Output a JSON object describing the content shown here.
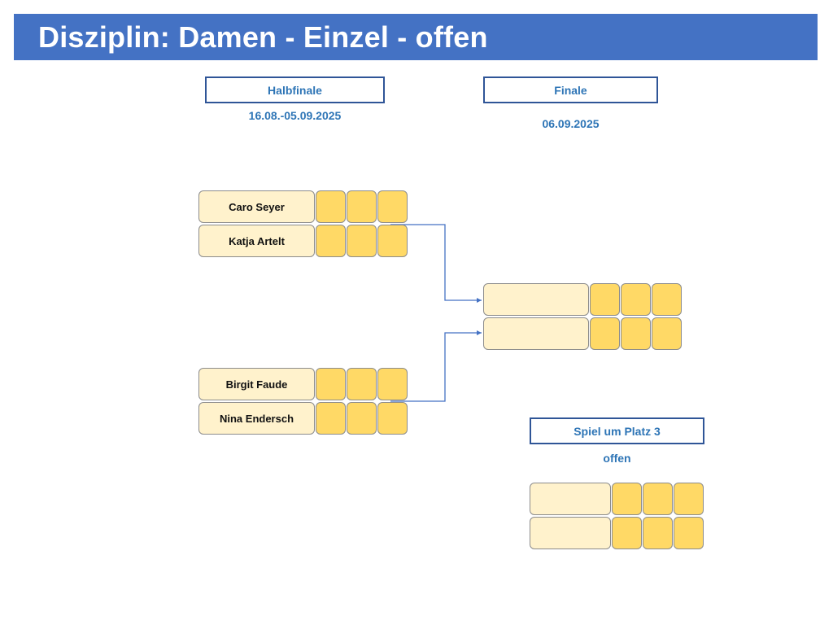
{
  "title": "Disziplin: Damen - Einzel - offen",
  "rounds": {
    "semifinal": {
      "label": "Halbfinale",
      "date": "16.08.-05.09.2025"
    },
    "final": {
      "label": "Finale",
      "date": "06.09.2025"
    },
    "third_place": {
      "label": "Spiel um Platz 3",
      "date": "offen"
    }
  },
  "matches": {
    "semi1": {
      "player1": "Caro Seyer",
      "player2": "Katja Artelt"
    },
    "semi2": {
      "player1": "Birgit Faude",
      "player2": "Nina Endersch"
    },
    "final": {
      "player1": "",
      "player2": ""
    },
    "third_place": {
      "player1": "",
      "player2": ""
    }
  },
  "colors": {
    "title_bg": "#4472c4",
    "round_text": "#2e75b6",
    "name_cell": "#fff2cc",
    "score_cell": "#ffd966",
    "connector": "#4472c4"
  }
}
